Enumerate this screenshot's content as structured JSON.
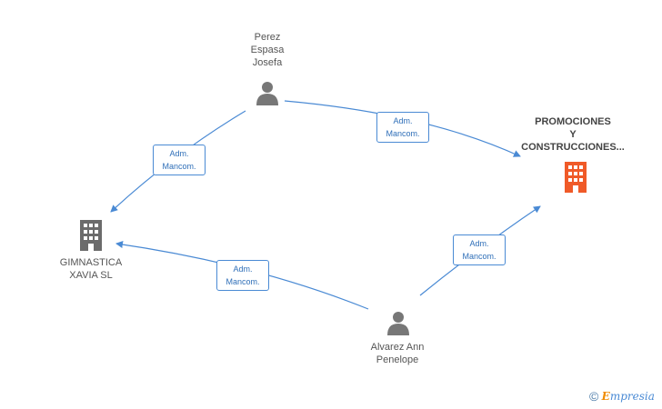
{
  "nodes": {
    "perez": {
      "label": "Perez\nEspasa\nJosefa",
      "icon": "person-icon"
    },
    "promociones": {
      "label": "PROMOCIONES\nY\nCONSTRUCCIONES...",
      "icon": "building-icon",
      "color": "#f05a28"
    },
    "gimnastica": {
      "label": "GIMNASTICA\nXAVIA SL",
      "icon": "building-icon",
      "color": "#6b6b6b"
    },
    "alvarez": {
      "label": "Alvarez Ann\nPenelope",
      "icon": "person-icon"
    }
  },
  "edges": [
    {
      "label": "Adm.\nMancom."
    },
    {
      "label": "Adm.\nMancom."
    },
    {
      "label": "Adm.\nMancom."
    },
    {
      "label": "Adm.\nMancom."
    }
  ],
  "watermark": {
    "copyright_symbol": "©",
    "brand_initial": "E",
    "brand_rest": "mpresia"
  },
  "colors": {
    "edge": "#4a8ad4",
    "person": "#777777"
  }
}
